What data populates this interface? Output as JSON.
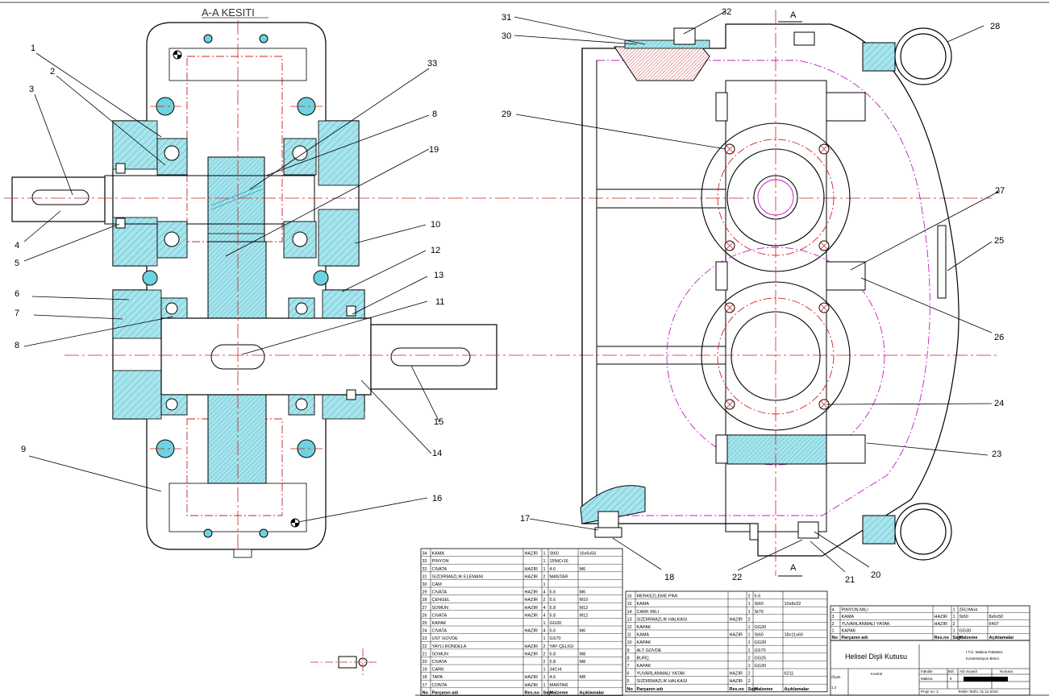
{
  "drawing": {
    "section_title": "A-A KESITI",
    "section_marks": [
      "A",
      "A"
    ],
    "callouts": [
      "1",
      "2",
      "3",
      "4",
      "5",
      "6",
      "7",
      "8",
      "9",
      "33",
      "8",
      "19",
      "10",
      "12",
      "13",
      "11",
      "15",
      "14",
      "16",
      "31",
      "30",
      "32",
      "28",
      "29",
      "27",
      "25",
      "26",
      "24",
      "23",
      "17",
      "18",
      "22",
      "21",
      "20"
    ]
  },
  "title_block": {
    "title": "Helisel Dişli Kutusu",
    "left_table": {
      "columns": [
        "No",
        "Parçanın adı",
        "Res.no",
        "Sayı",
        "Malzeme",
        "Açıklamalar"
      ],
      "rows": [
        [
          "34",
          "KAMA",
          "HAZIR",
          "1",
          "St60",
          "16x6x56"
        ],
        [
          "33",
          "PINYON",
          "",
          "1",
          "15NiCr16",
          ""
        ],
        [
          "32",
          "CIVATA",
          "HAZIR",
          "1",
          "4.6",
          "M6"
        ],
        [
          "31",
          "SIZDIRMAZLIK ELEMANI",
          "HAZIR",
          "2",
          "MANTAR",
          ""
        ],
        [
          "30",
          "CAM",
          "",
          "1",
          "",
          ""
        ],
        [
          "29",
          "CIVATA",
          "HAZIR",
          "4",
          "5.6",
          "M6"
        ],
        [
          "28",
          "ÇENGEL",
          "HAZIR",
          "2",
          "5.6",
          "M10"
        ],
        [
          "27",
          "SOMUN",
          "HAZIR",
          "4",
          "5.8",
          "M12"
        ],
        [
          "26",
          "CIVATA",
          "HAZIR",
          "4",
          "5.8",
          "M12"
        ],
        [
          "25",
          "KAPAK",
          "",
          "1",
          "GG30",
          ""
        ],
        [
          "24",
          "CIVATA",
          "HAZIR",
          "4",
          "5.6",
          "M6"
        ],
        [
          "23",
          "UST GOVDE",
          "",
          "1",
          "GS70",
          ""
        ],
        [
          "22",
          "YAYLI RONDELA",
          "HAZIR",
          "2",
          "YAY ÇELIGI",
          ""
        ],
        [
          "21",
          "SOMUN",
          "HAZIR",
          "2",
          "5.8",
          "M8"
        ],
        [
          "20",
          "CIVATA",
          "",
          "2",
          "5.8",
          "M8"
        ],
        [
          "19",
          "CARK",
          "",
          "1",
          "34Cr4",
          ""
        ],
        [
          "18",
          "TAPA",
          "HAZIR",
          "1",
          "4.6",
          "M8"
        ],
        [
          "17",
          "CONTA",
          "HAZIR",
          "1",
          "MANTAR",
          ""
        ]
      ]
    },
    "mid_table": {
      "columns": [
        "No",
        "Parçanın adı",
        "Res.no",
        "Sayı",
        "Malzeme",
        "Açıklamalar"
      ],
      "rows": [
        [
          "16",
          "MERKEZLEME PIMI",
          "",
          "2",
          "5.6",
          ""
        ],
        [
          "15",
          "KAMA",
          "",
          "1",
          "St60",
          "10x8x32"
        ],
        [
          "14",
          "CARK MILI",
          "",
          "1",
          "St70",
          ""
        ],
        [
          "13",
          "SIZDIRMAZLIK HALKASI",
          "HAZIR",
          "2",
          "",
          ""
        ],
        [
          "12",
          "KAPAK",
          "",
          "1",
          "GG30",
          ""
        ],
        [
          "11",
          "KAMA",
          "HAZIR",
          "1",
          "St60",
          "18x11x60"
        ],
        [
          "10",
          "KAPAK",
          "",
          "1",
          "GG30",
          ""
        ],
        [
          "9",
          "ALT GOVDE",
          "",
          "1",
          "GS70",
          ""
        ],
        [
          "8",
          "BURÇ",
          "",
          "2",
          "GG25",
          ""
        ],
        [
          "7",
          "KAPAK",
          "",
          "1",
          "GG30",
          ""
        ],
        [
          "6",
          "YUVARLANMALI YATAK",
          "HAZIR",
          "2",
          "",
          "6211"
        ],
        [
          "5",
          "SIZDIRMAZLIK HALKASI",
          "HAZIR",
          "2",
          "",
          ""
        ]
      ]
    },
    "right_table": {
      "columns": [
        "No",
        "Parçanın adı",
        "Res.no",
        "Sayı",
        "Malzeme",
        "Açıklamalar"
      ],
      "rows": [
        [
          "4",
          "PINYON MILI",
          "",
          "1",
          "25CrMo4",
          ""
        ],
        [
          "3",
          "KAMA",
          "HAZIR",
          "1",
          "St60",
          "8x6x50"
        ],
        [
          "2",
          "YUVARLANMALI YATAK",
          "HAZIR",
          "2",
          "",
          "6407"
        ],
        [
          "1",
          "KAPAK",
          "",
          "1",
          "GG30",
          ""
        ]
      ]
    },
    "info": {
      "institution_1": "İ.T.Ü. Makina Fakültesi",
      "institution_2": "Konstrüksiyon Birimi",
      "olcek": "Ölçek",
      "scale": "1:2",
      "kontrol": "Kontrol",
      "fakulte": "Fakülte",
      "bolum": "Böl.",
      "adi_soyadi": "Adı Soyadı",
      "numara": "Numara",
      "makina": "Makina",
      "makina_no": "8",
      "proje_no": "Proje no: 2",
      "teslim": "Teslim Tarihi: 31.12.2010"
    }
  }
}
